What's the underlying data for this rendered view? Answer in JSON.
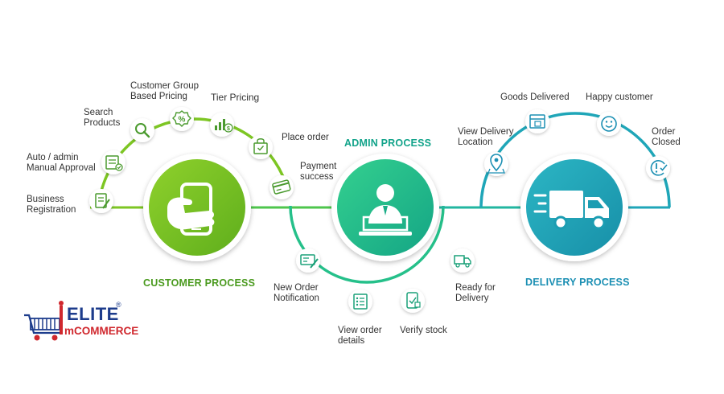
{
  "colors": {
    "green": "#7dc623",
    "green_dark": "#5fa81a",
    "teal": "#25c08a",
    "blue": "#1fa6b8",
    "icon_green": "#4a9a2e",
    "title_green": "#4a9a1e",
    "title_teal": "#12a38a",
    "title_blue": "#1b8fb3",
    "text": "#333333",
    "logo_blue": "#1d3c8c",
    "logo_red": "#d0282e"
  },
  "sections": {
    "customer": {
      "title": "CUSTOMER PROCESS",
      "icon": "smartphone-hand-icon"
    },
    "admin": {
      "title": "ADMIN PROCESS",
      "icon": "admin-laptop-icon"
    },
    "delivery": {
      "title": "DELIVERY PROCESS",
      "icon": "delivery-truck-icon"
    }
  },
  "customer_steps": [
    {
      "label": "Business\nRegistration",
      "icon": "registration-form-icon"
    },
    {
      "label": "Auto / admin\nManual Approval",
      "icon": "approval-document-icon"
    },
    {
      "label": "Search\nProducts",
      "icon": "search-icon"
    },
    {
      "label": "Customer Group\nBased  Pricing",
      "icon": "percent-badge-icon"
    },
    {
      "label": "Tier Pricing",
      "icon": "pricing-chart-icon"
    },
    {
      "label": "Place order",
      "icon": "shopping-bag-icon"
    },
    {
      "label": "Payment\nsuccess",
      "icon": "credit-card-icon"
    }
  ],
  "admin_steps": [
    {
      "label": "New Order\nNotification",
      "icon": "notification-icon"
    },
    {
      "label": "View order\ndetails",
      "icon": "order-list-icon"
    },
    {
      "label": "Verify stock",
      "icon": "verify-stock-icon"
    },
    {
      "label": "Ready for\nDelivery",
      "icon": "truck-small-icon"
    }
  ],
  "delivery_steps": [
    {
      "label": "View Delivery\nLocation",
      "icon": "location-pin-icon"
    },
    {
      "label": "Goods Delivered",
      "icon": "delivered-box-icon"
    },
    {
      "label": "Happy customer",
      "icon": "smiley-icon"
    },
    {
      "label": "Order\nClosed",
      "icon": "order-closed-icon"
    }
  ],
  "logo": {
    "top": "ELITE",
    "bottom": "mCOMMERCE",
    "mark": "®"
  }
}
